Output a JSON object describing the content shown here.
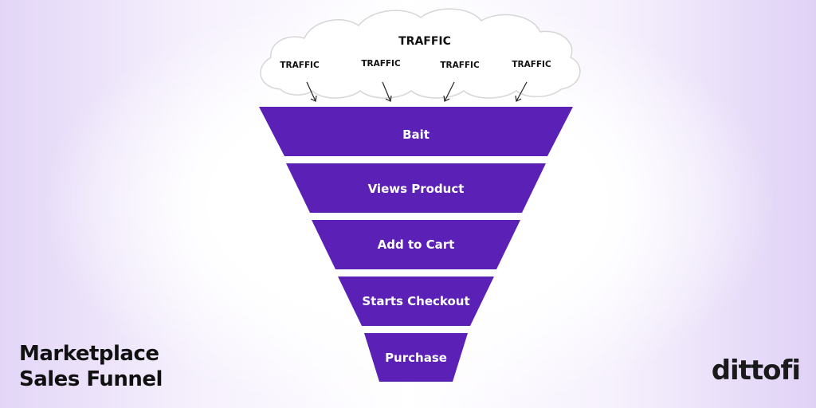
{
  "cloud": {
    "title": "TRAFFIC",
    "labels": [
      "TRAFFIC",
      "TRAFFIC",
      "TRAFFIC",
      "TRAFFIC"
    ]
  },
  "funnel": {
    "color": "#5b21b6",
    "stages": [
      "Bait",
      "Views Product",
      "Add to Cart",
      "Starts Checkout",
      "Purchase"
    ]
  },
  "heading": {
    "line1": "Marketplace",
    "line2": "Sales Funnel"
  },
  "brand": {
    "logo_text": "dittofi"
  }
}
